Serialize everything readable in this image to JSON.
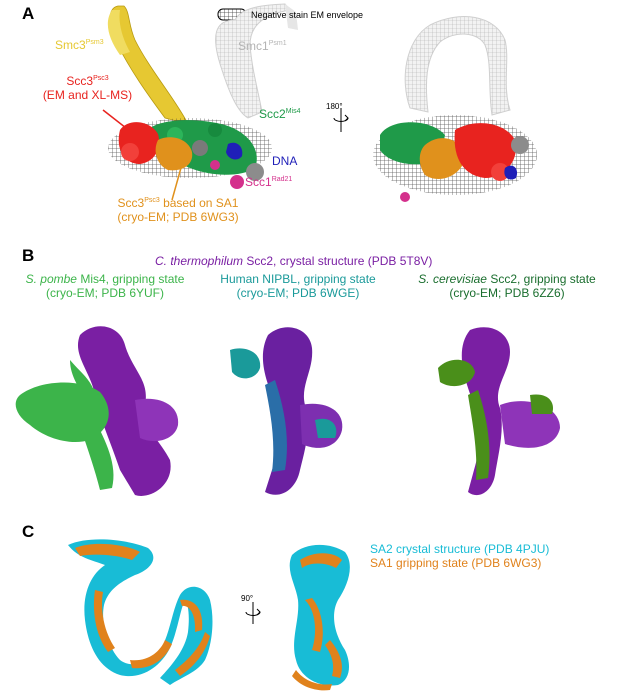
{
  "panel_a": {
    "letter": "A",
    "legend_text": "Negative stain EM envelope",
    "smc3": {
      "name": "Smc3",
      "sup": "Psm3"
    },
    "smc1": {
      "name": "Smc1",
      "sup": "Psm1"
    },
    "scc3_em": {
      "name": "Scc3",
      "sup": "Psc3",
      "line2": "(EM and XL-MS)"
    },
    "scc2": {
      "name": "Scc2",
      "sup": "Mis4"
    },
    "dna": "DNA",
    "scc1": {
      "name": "Scc1",
      "sup": "Rad21"
    },
    "scc3_sa1": {
      "name": "Scc3",
      "sup": "Psc3",
      "tail": " based on SA1",
      "line2": "(cryo-EM; PDB 6WG3)"
    },
    "rotation": "180°"
  },
  "panel_b": {
    "letter": "B",
    "header_italic": "C. thermophilum",
    "header_rest": " Scc2, crystal structure (PDB 5T8V)",
    "col1": {
      "italic": "S. pombe",
      "rest": " Mis4, gripping state",
      "line2": "(cryo-EM; PDB 6YUF)"
    },
    "col2": {
      "line1": "Human NIPBL, gripping state",
      "line2": "(cryo-EM; PDB 6WGE)"
    },
    "col3": {
      "italic": "S. cerevisiae",
      "rest": " Scc2, gripping state",
      "line2": "(cryo-EM; PDB 6ZZ6)"
    }
  },
  "panel_c": {
    "letter": "C",
    "sa2": "SA2 crystal structure (PDB 4PJU)",
    "sa1": "SA1 gripping state (PDB 6WG3)",
    "rotation": "90°"
  },
  "colors": {
    "smc3": "#e6c832",
    "smc1": "#9a9a9a",
    "scc3_em": "#e8231f",
    "scc2": "#1f9a49",
    "dna": "#1f1fb8",
    "scc1": "#d4308c",
    "scc3_sa1": "#e0911c",
    "ct_scc2": "#7a1fa3",
    "pombe": "#3cb44a",
    "human": "#1a9a9a",
    "cerevisiae": "#1a6e2e",
    "sa2": "#18bcd6",
    "sa1": "#e0821c"
  }
}
